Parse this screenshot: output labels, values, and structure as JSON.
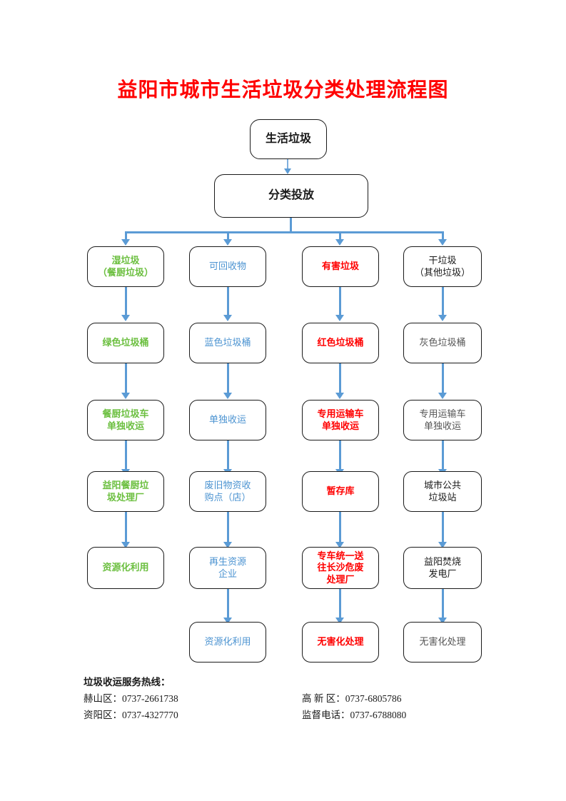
{
  "title": "益阳市城市生活垃圾分类处理流程图",
  "colors": {
    "title": "#FF0000",
    "connector": "#5B9BD5",
    "green": "#6BBF3F",
    "blue": "#4B93D1",
    "red": "#FF0000",
    "gray": "#555555",
    "black": "#1a1a1a"
  },
  "top": {
    "source": "生活垃圾",
    "dispatch": "分类投放"
  },
  "columns": [
    {
      "key": "wet",
      "color": "green",
      "steps": [
        {
          "lines": [
            "湿垃圾",
            "（餐厨垃圾）"
          ]
        },
        {
          "lines": [
            "绿色垃圾桶"
          ]
        },
        {
          "lines": [
            "餐厨垃圾车",
            "单独收运"
          ]
        },
        {
          "lines": [
            "益阳餐厨垃",
            "圾处理厂"
          ]
        },
        {
          "lines": [
            "资源化利用"
          ]
        }
      ]
    },
    {
      "key": "recyclable",
      "color": "blue",
      "steps": [
        {
          "lines": [
            "可回收物"
          ]
        },
        {
          "lines": [
            "蓝色垃圾桶"
          ]
        },
        {
          "lines": [
            "单独收运"
          ]
        },
        {
          "lines": [
            "废旧物资收",
            "购点（店）"
          ]
        },
        {
          "lines": [
            "再生资源",
            "企业"
          ]
        },
        {
          "lines": [
            "资源化利用"
          ]
        }
      ]
    },
    {
      "key": "hazardous",
      "color": "red",
      "steps": [
        {
          "lines": [
            "有害垃圾"
          ]
        },
        {
          "lines": [
            "红色垃圾桶"
          ]
        },
        {
          "lines": [
            "专用运输车",
            "单独收运"
          ]
        },
        {
          "lines": [
            "暂存库"
          ]
        },
        {
          "lines": [
            "专车统一送",
            "往长沙危废",
            "处理厂"
          ]
        },
        {
          "lines": [
            "无害化处理"
          ]
        }
      ]
    },
    {
      "key": "dry",
      "color": "black",
      "steps": [
        {
          "lines": [
            "干垃圾",
            "（其他垃圾）"
          ]
        },
        {
          "lines": [
            "灰色垃圾桶"
          ],
          "color": "gray"
        },
        {
          "lines": [
            "专用运输车",
            "单独收运"
          ],
          "color": "gray"
        },
        {
          "lines": [
            "城市公共",
            "垃圾站"
          ]
        },
        {
          "lines": [
            "益阳焚烧",
            "发电厂"
          ]
        },
        {
          "lines": [
            "无害化处理"
          ],
          "color": "gray"
        }
      ]
    }
  ],
  "footer": {
    "heading": "垃圾收运服务热线：",
    "left": [
      "赫山区：0737-2661738",
      "资阳区：0737-4327770"
    ],
    "right": [
      "高 新 区：0737-6805786",
      "监督电话：0737-6788080"
    ]
  }
}
